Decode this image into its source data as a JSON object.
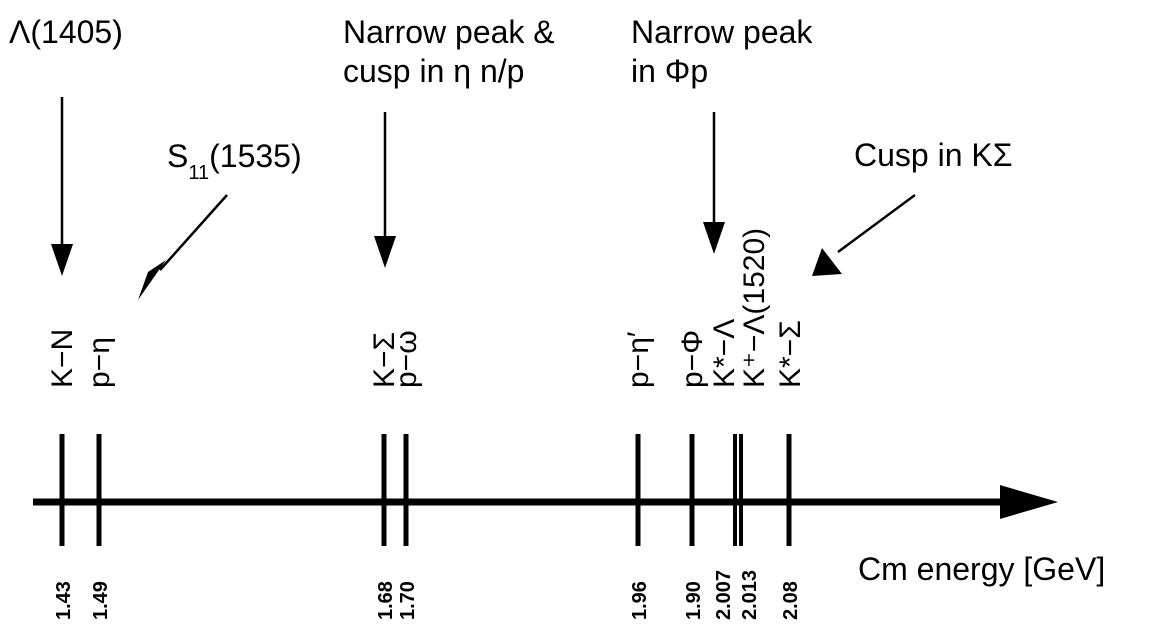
{
  "chart_data": {
    "type": "diagram",
    "title": "",
    "axis": {
      "label": "Cm energy [GeV]",
      "direction": "right"
    },
    "thresholds": [
      {
        "channel": "K−N",
        "energy_label": "1.43"
      },
      {
        "channel": "p−η",
        "energy_label": "1.49"
      },
      {
        "channel": "K−Σ",
        "energy_label": "1.68"
      },
      {
        "channel": "p−ω",
        "energy_label": "1.70"
      },
      {
        "channel": "p−η′",
        "energy_label": "1.96"
      },
      {
        "channel": "p−Φ",
        "energy_label": "1.90"
      },
      {
        "channel": "K*−Λ",
        "energy_label": "2.007"
      },
      {
        "channel": "K⁺−Λ(1520)",
        "energy_label": "2.013"
      },
      {
        "channel": "K*−Σ",
        "energy_label": "2.08"
      }
    ],
    "annotations": [
      {
        "text_lines": [
          "Λ(1405)"
        ],
        "points_to": "K−N"
      },
      {
        "text_lines": [
          "S₁₁(1535)"
        ],
        "base": "S",
        "subscript": "11",
        "rest": "(1535)",
        "points_to": "p−η"
      },
      {
        "text_lines": [
          "Narrow peak &",
          "cusp in η n/p"
        ],
        "points_to": "K−Σ"
      },
      {
        "text_lines": [
          "Narrow peak",
          "in Φp"
        ],
        "points_to": "K*−Λ"
      },
      {
        "text_lines": [
          "Cusp in KΣ"
        ],
        "points_to": "K*−Σ"
      }
    ]
  }
}
